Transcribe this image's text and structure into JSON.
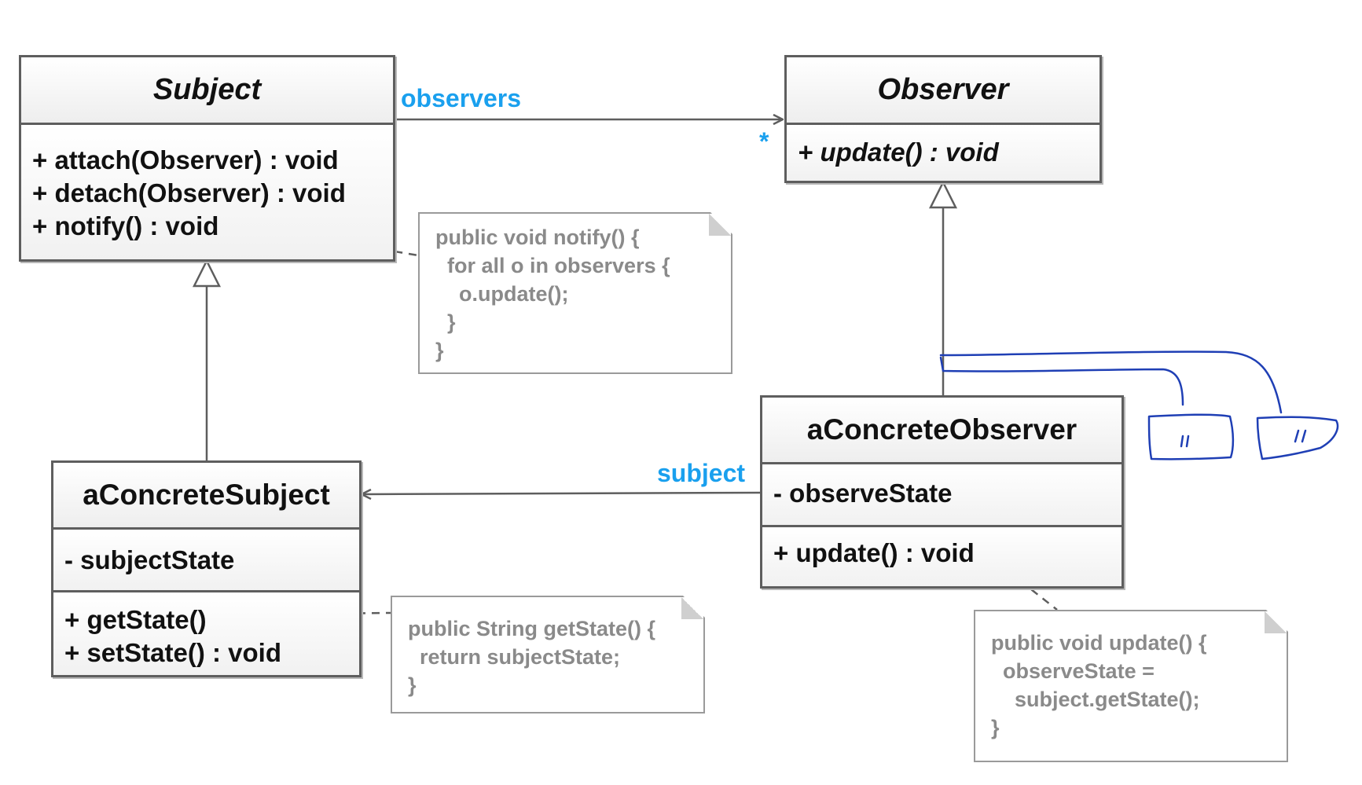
{
  "subject": {
    "name": "Subject",
    "operations": [
      "+ attach(Observer) : void",
      "+ detach(Observer) : void",
      "+ notify() : void"
    ]
  },
  "observer": {
    "name": "Observer",
    "operations": [
      "+ update() : void"
    ]
  },
  "concrete_subject": {
    "name": "aConcreteSubject",
    "attributes": [
      "- subjectState"
    ],
    "operations": [
      "+ getState()",
      "+ setState() : void"
    ]
  },
  "concrete_observer": {
    "name": "aConcreteObserver",
    "attributes": [
      "- observeState"
    ],
    "operations": [
      "+ update() : void"
    ]
  },
  "notes": {
    "notify": "public void notify() {\n  for all o in observers {\n    o.update();\n  }\n}",
    "get_state": "public String getState() {\n  return subjectState;\n}",
    "update": "public void update() {\n  observeState =\n    subject.getState();\n}"
  },
  "associations": {
    "observers_role": "observers",
    "observers_multiplicity": "*",
    "subject_role": "subject"
  },
  "colors": {
    "role_text": "#1aa0ee",
    "ink": "#1f3fb5",
    "line": "#5e5e5e"
  }
}
